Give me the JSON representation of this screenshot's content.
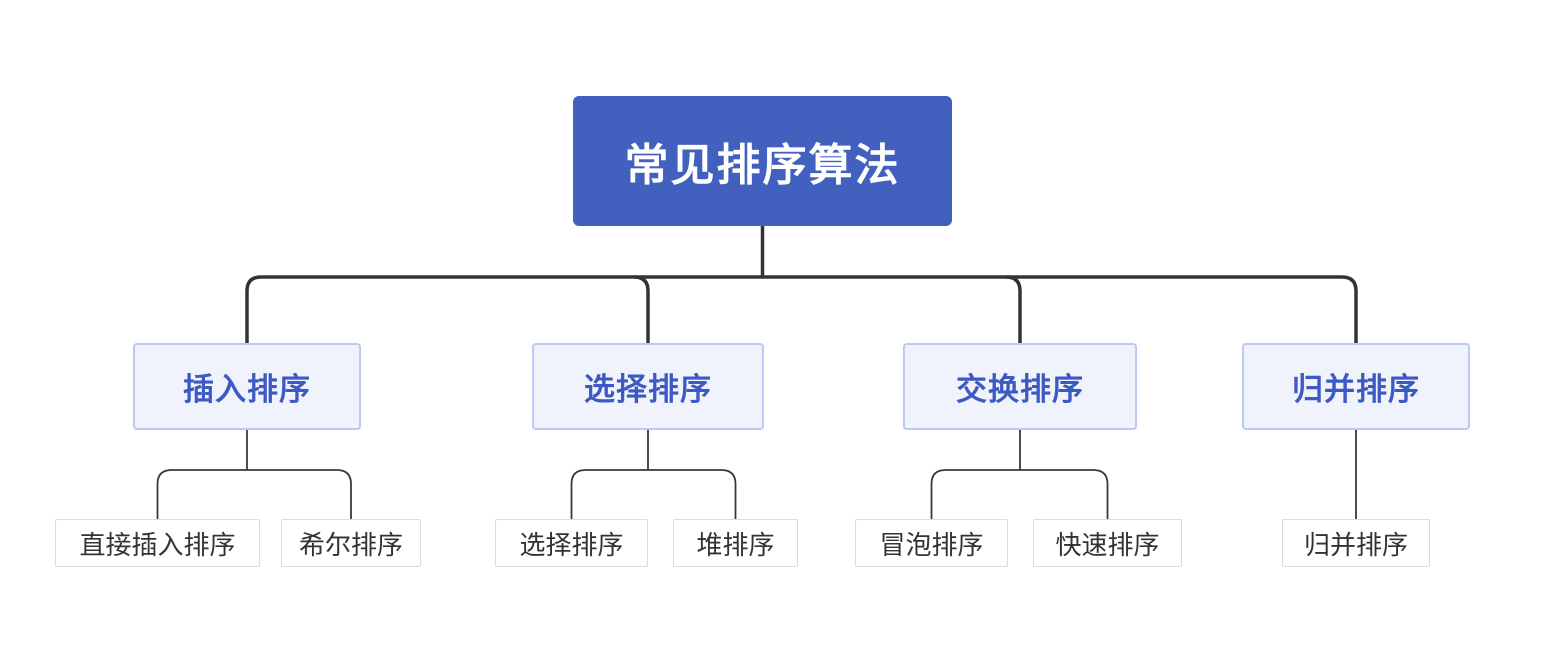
{
  "diagram": {
    "type": "mindmap-tree",
    "root": {
      "label": "常见排序算法"
    },
    "branches": [
      {
        "label": "插入排序",
        "children": [
          {
            "label": "直接插入排序"
          },
          {
            "label": "希尔排序"
          }
        ]
      },
      {
        "label": "选择排序",
        "children": [
          {
            "label": "选择排序"
          },
          {
            "label": "堆排序"
          }
        ]
      },
      {
        "label": "交换排序",
        "children": [
          {
            "label": "冒泡排序"
          },
          {
            "label": "快速排序"
          }
        ]
      },
      {
        "label": "归并排序",
        "children": [
          {
            "label": "归并排序"
          }
        ]
      }
    ],
    "colors": {
      "canvas_bg": "#FFFFFF",
      "root_fill": "#4261BF",
      "root_text": "#FFFFFF",
      "branch_fill": "#F0F3FC",
      "branch_border": "#BDC9F2",
      "branch_text": "#3C59C4",
      "leaf_fill": "#FFFFFF",
      "leaf_border": "#DCDCDC",
      "leaf_text": "#333333",
      "connector": "#333333"
    }
  }
}
